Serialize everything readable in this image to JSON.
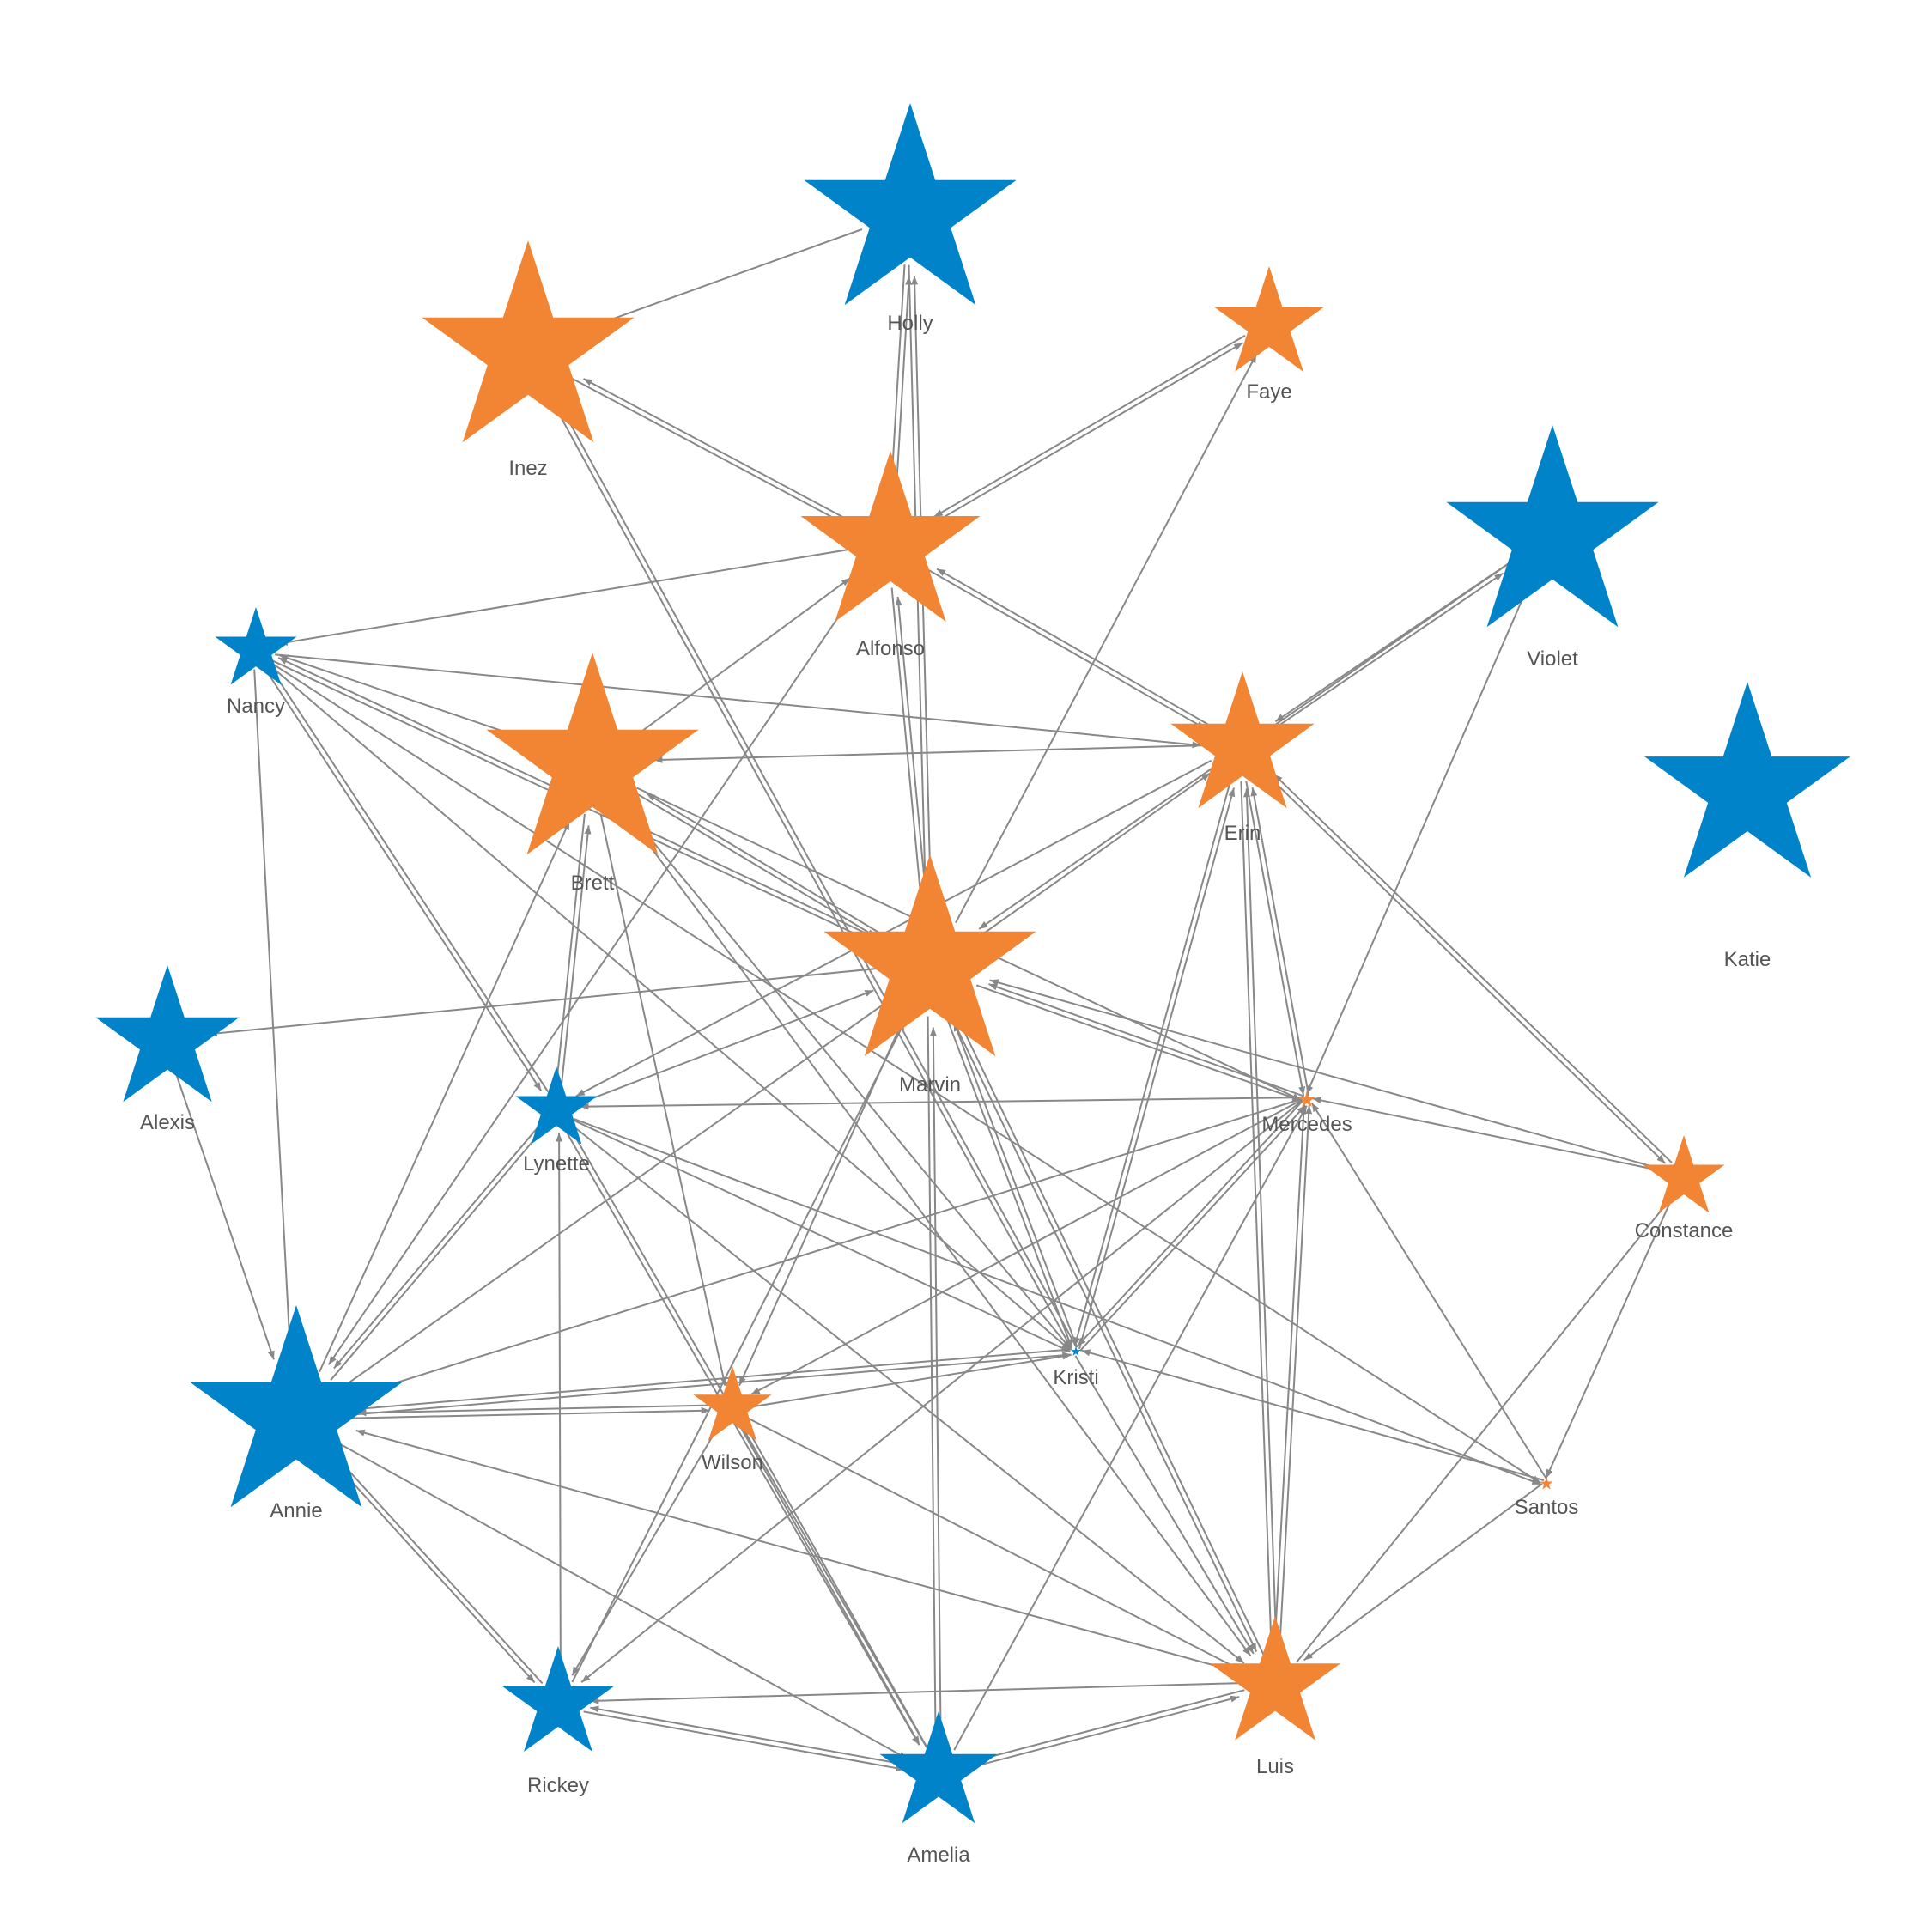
{
  "graph": {
    "colors": {
      "orange": "#f28534",
      "blue": "#0083c9",
      "edge": "#888888",
      "label": "#555555"
    },
    "nodes": [
      {
        "id": "Holly",
        "label": "Holly",
        "color": "blue"
      },
      {
        "id": "Inez",
        "label": "Inez",
        "color": "orange"
      },
      {
        "id": "Faye",
        "label": "Faye",
        "color": "orange"
      },
      {
        "id": "Alfonso",
        "label": "Alfonso",
        "color": "orange"
      },
      {
        "id": "Violet",
        "label": "Violet",
        "color": "blue"
      },
      {
        "id": "Nancy",
        "label": "Nancy",
        "color": "blue"
      },
      {
        "id": "Erin",
        "label": "Erin",
        "color": "orange"
      },
      {
        "id": "Brett",
        "label": "Brett",
        "color": "orange"
      },
      {
        "id": "Katie",
        "label": "Katie",
        "color": "blue"
      },
      {
        "id": "Marvin",
        "label": "Marvin",
        "color": "orange"
      },
      {
        "id": "Alexis",
        "label": "Alexis",
        "color": "blue"
      },
      {
        "id": "Mercedes",
        "label": "Mercedes",
        "color": "orange"
      },
      {
        "id": "Lynette",
        "label": "Lynette",
        "color": "blue"
      },
      {
        "id": "Constance",
        "label": "Constance",
        "color": "orange"
      },
      {
        "id": "Kristi",
        "label": "Kristi",
        "color": "blue"
      },
      {
        "id": "Annie",
        "label": "Annie",
        "color": "blue"
      },
      {
        "id": "Wilson",
        "label": "Wilson",
        "color": "orange"
      },
      {
        "id": "Santos",
        "label": "Santos",
        "color": "orange"
      },
      {
        "id": "Rickey",
        "label": "Rickey",
        "color": "blue"
      },
      {
        "id": "Luis",
        "label": "Luis",
        "color": "orange"
      },
      {
        "id": "Amelia",
        "label": "Amelia",
        "color": "blue"
      }
    ],
    "edges": [
      [
        "Holly",
        "Inez"
      ],
      [
        "Holly",
        "Alfonso"
      ],
      [
        "Alfonso",
        "Holly"
      ],
      [
        "Holly",
        "Marvin"
      ],
      [
        "Marvin",
        "Holly"
      ],
      [
        "Inez",
        "Alfonso"
      ],
      [
        "Alfonso",
        "Inez"
      ],
      [
        "Inez",
        "Kristi"
      ],
      [
        "Kristi",
        "Inez"
      ],
      [
        "Alfonso",
        "Faye"
      ],
      [
        "Faye",
        "Alfonso"
      ],
      [
        "Alfonso",
        "Nancy"
      ],
      [
        "Alfonso",
        "Erin"
      ],
      [
        "Erin",
        "Alfonso"
      ],
      [
        "Alfonso",
        "Marvin"
      ],
      [
        "Marvin",
        "Alfonso"
      ],
      [
        "Brett",
        "Alfonso"
      ],
      [
        "Alfonso",
        "Annie"
      ],
      [
        "Marvin",
        "Faye"
      ],
      [
        "Violet",
        "Erin"
      ],
      [
        "Erin",
        "Violet"
      ],
      [
        "Violet",
        "Mercedes"
      ],
      [
        "Violet",
        "Marvin"
      ],
      [
        "Nancy",
        "Erin"
      ],
      [
        "Erin",
        "Brett"
      ],
      [
        "Brett",
        "Nancy"
      ],
      [
        "Nancy",
        "Marvin"
      ],
      [
        "Marvin",
        "Nancy"
      ],
      [
        "Nancy",
        "Lynette"
      ],
      [
        "Lynette",
        "Nancy"
      ],
      [
        "Nancy",
        "Annie"
      ],
      [
        "Nancy",
        "Santos"
      ],
      [
        "Nancy",
        "Kristi"
      ],
      [
        "Erin",
        "Lynette"
      ],
      [
        "Erin",
        "Mercedes"
      ],
      [
        "Mercedes",
        "Erin"
      ],
      [
        "Erin",
        "Kristi"
      ],
      [
        "Kristi",
        "Erin"
      ],
      [
        "Erin",
        "Luis"
      ],
      [
        "Luis",
        "Erin"
      ],
      [
        "Constance",
        "Erin"
      ],
      [
        "Erin",
        "Constance"
      ],
      [
        "Annie",
        "Erin"
      ],
      [
        "Brett",
        "Marvin"
      ],
      [
        "Marvin",
        "Brett"
      ],
      [
        "Brett",
        "Lynette"
      ],
      [
        "Lynette",
        "Brett"
      ],
      [
        "Brett",
        "Wilson"
      ],
      [
        "Brett",
        "Kristi"
      ],
      [
        "Brett",
        "Luis"
      ],
      [
        "Annie",
        "Brett"
      ],
      [
        "Brett",
        "Mercedes"
      ],
      [
        "Marvin",
        "Alexis"
      ],
      [
        "Marvin",
        "Mercedes"
      ],
      [
        "Mercedes",
        "Marvin"
      ],
      [
        "Lynette",
        "Marvin"
      ],
      [
        "Marvin",
        "Kristi"
      ],
      [
        "Kristi",
        "Marvin"
      ],
      [
        "Marvin",
        "Luis"
      ],
      [
        "Luis",
        "Marvin"
      ],
      [
        "Marvin",
        "Amelia"
      ],
      [
        "Amelia",
        "Marvin"
      ],
      [
        "Marvin",
        "Wilson"
      ],
      [
        "Rickey",
        "Marvin"
      ],
      [
        "Constance",
        "Marvin"
      ],
      [
        "Alexis",
        "Annie"
      ],
      [
        "Mercedes",
        "Lynette"
      ],
      [
        "Mercedes",
        "Annie"
      ],
      [
        "Mercedes",
        "Wilson"
      ],
      [
        "Kristi",
        "Mercedes"
      ],
      [
        "Mercedes",
        "Kristi"
      ],
      [
        "Mercedes",
        "Luis"
      ],
      [
        "Luis",
        "Mercedes"
      ],
      [
        "Santos",
        "Mercedes"
      ],
      [
        "Mercedes",
        "Rickey"
      ],
      [
        "Amelia",
        "Mercedes"
      ],
      [
        "Constance",
        "Mercedes"
      ],
      [
        "Lynette",
        "Annie"
      ],
      [
        "Annie",
        "Lynette"
      ],
      [
        "Lynette",
        "Kristi"
      ],
      [
        "Lynette",
        "Santos"
      ],
      [
        "Lynette",
        "Amelia"
      ],
      [
        "Amelia",
        "Lynette"
      ],
      [
        "Rickey",
        "Lynette"
      ],
      [
        "Lynette",
        "Luis"
      ],
      [
        "Constance",
        "Santos"
      ],
      [
        "Luis",
        "Constance"
      ],
      [
        "Kristi",
        "Annie"
      ],
      [
        "Annie",
        "Kristi"
      ],
      [
        "Wilson",
        "Kristi"
      ],
      [
        "Santos",
        "Kristi"
      ],
      [
        "Kristi",
        "Luis"
      ],
      [
        "Annie",
        "Wilson"
      ],
      [
        "Wilson",
        "Annie"
      ],
      [
        "Annie",
        "Rickey"
      ],
      [
        "Rickey",
        "Annie"
      ],
      [
        "Annie",
        "Amelia"
      ],
      [
        "Luis",
        "Annie"
      ],
      [
        "Wilson",
        "Rickey"
      ],
      [
        "Wilson",
        "Amelia"
      ],
      [
        "Amelia",
        "Wilson"
      ],
      [
        "Wilson",
        "Luis"
      ],
      [
        "Rickey",
        "Amelia"
      ],
      [
        "Amelia",
        "Rickey"
      ],
      [
        "Luis",
        "Rickey"
      ],
      [
        "Amelia",
        "Luis"
      ],
      [
        "Luis",
        "Amelia"
      ],
      [
        "Santos",
        "Luis"
      ]
    ]
  }
}
